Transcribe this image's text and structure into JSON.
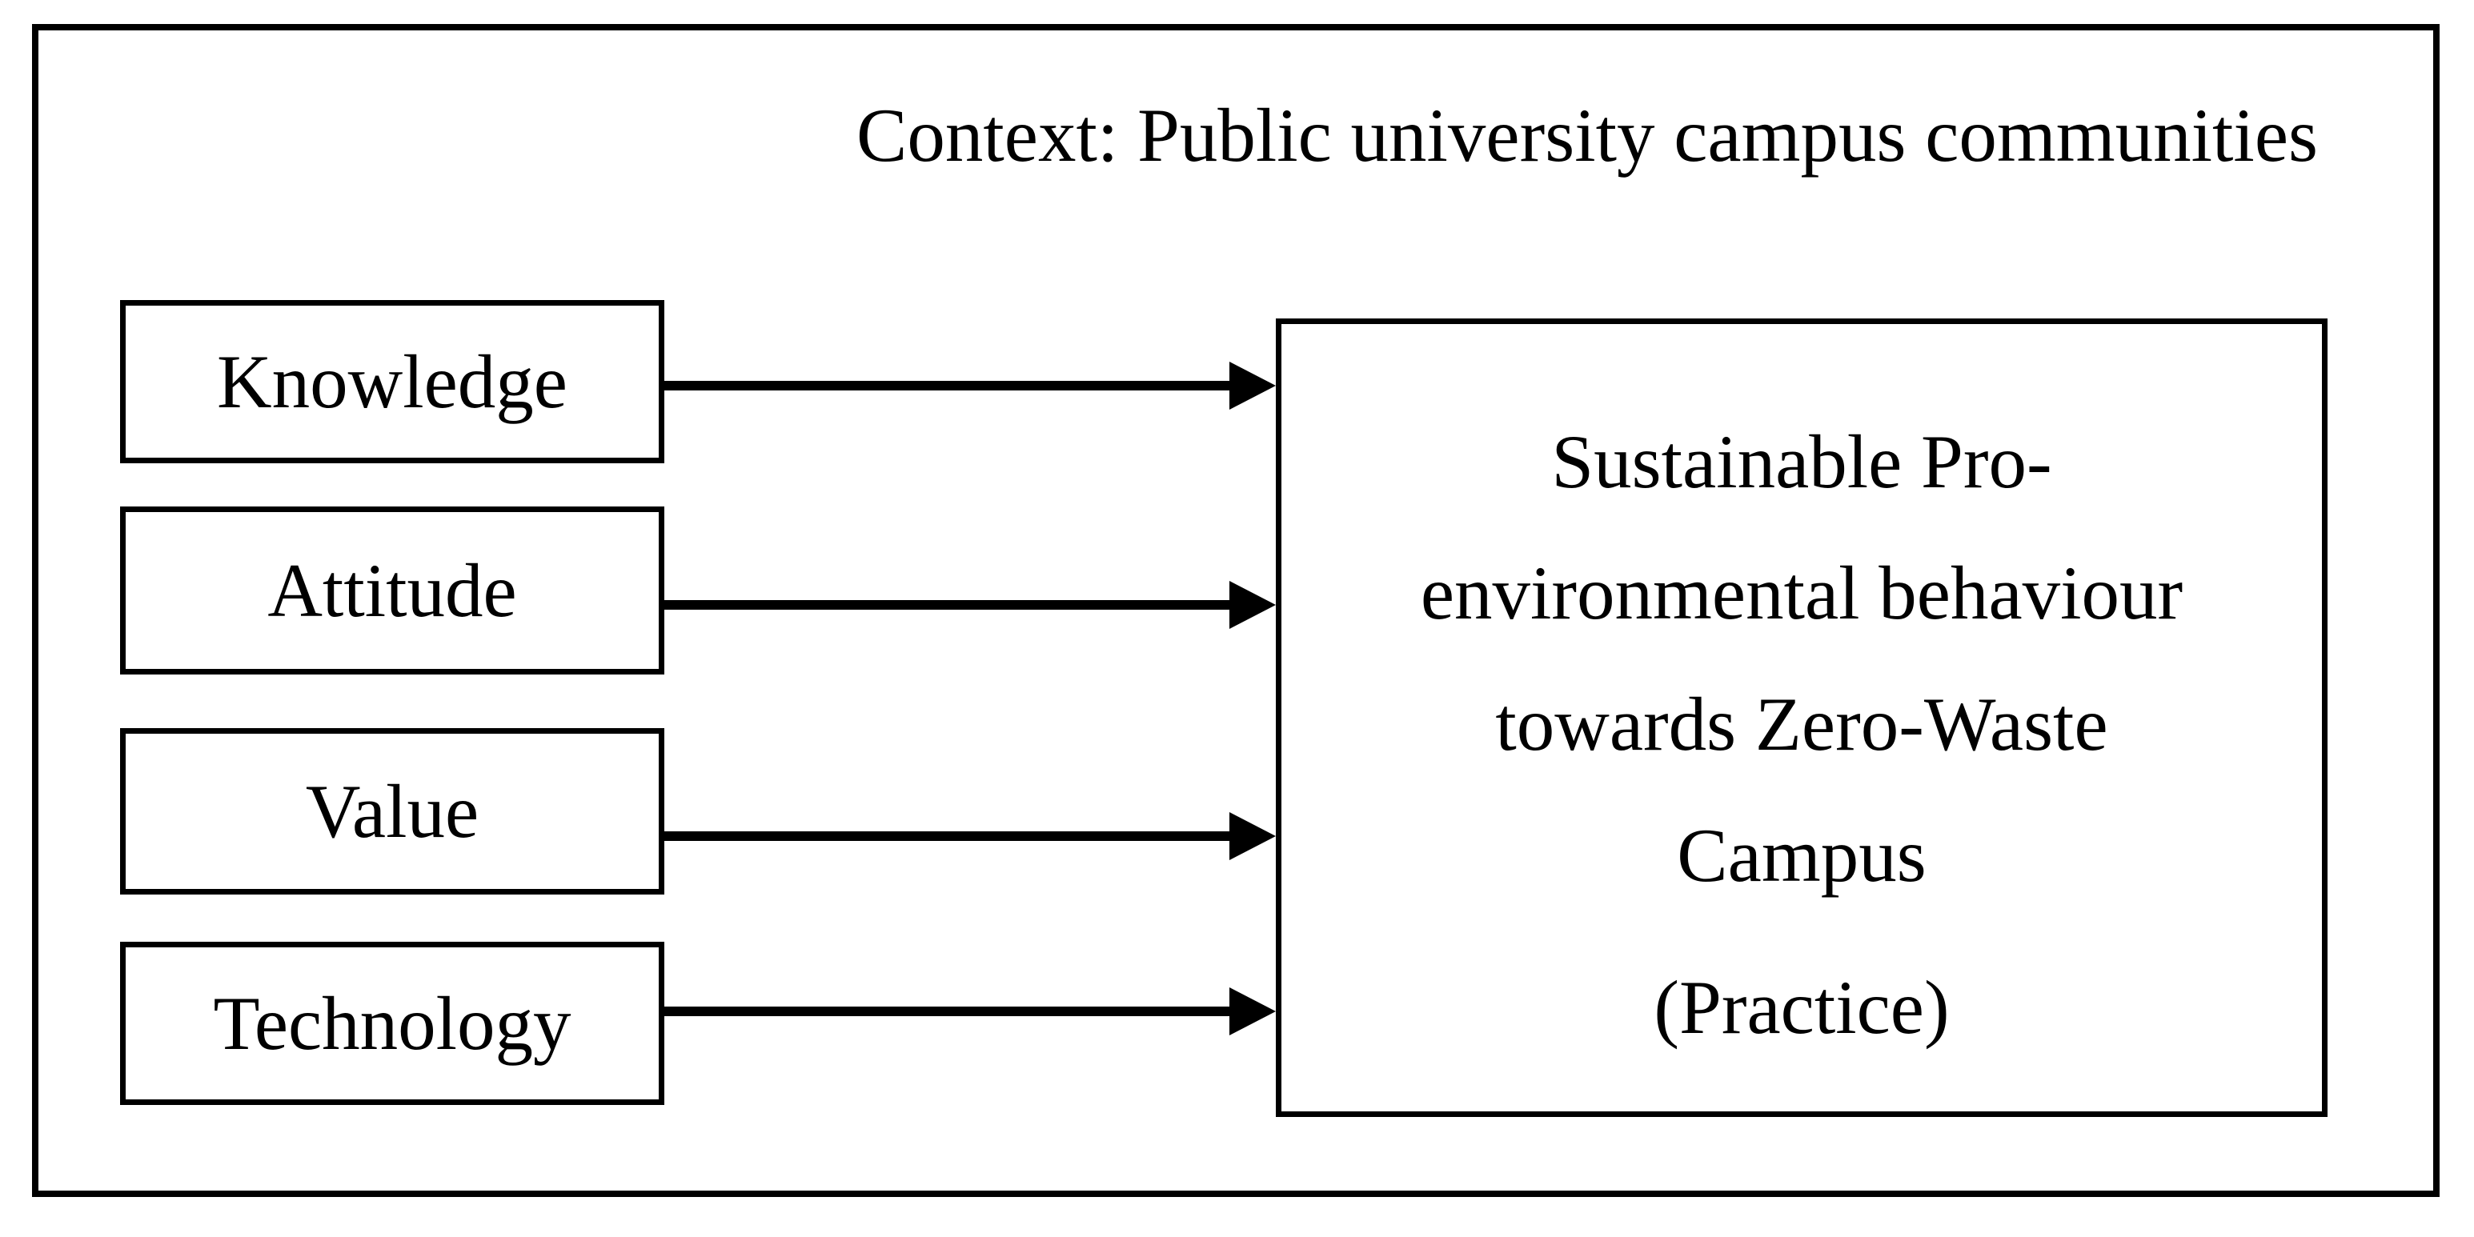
{
  "figure": {
    "context_label": "Context: Public university campus communities",
    "factors": [
      {
        "label": "Knowledge"
      },
      {
        "label": "Attitude"
      },
      {
        "label": "Value"
      },
      {
        "label": "Technology"
      }
    ],
    "outcome": {
      "lines": [
        "Sustainable Pro-",
        "environmental behaviour",
        "towards Zero-Waste",
        "Campus"
      ],
      "practice": "(Practice)"
    },
    "colors": {
      "stroke": "#000000",
      "background": "#ffffff",
      "text": "#000000"
    }
  }
}
